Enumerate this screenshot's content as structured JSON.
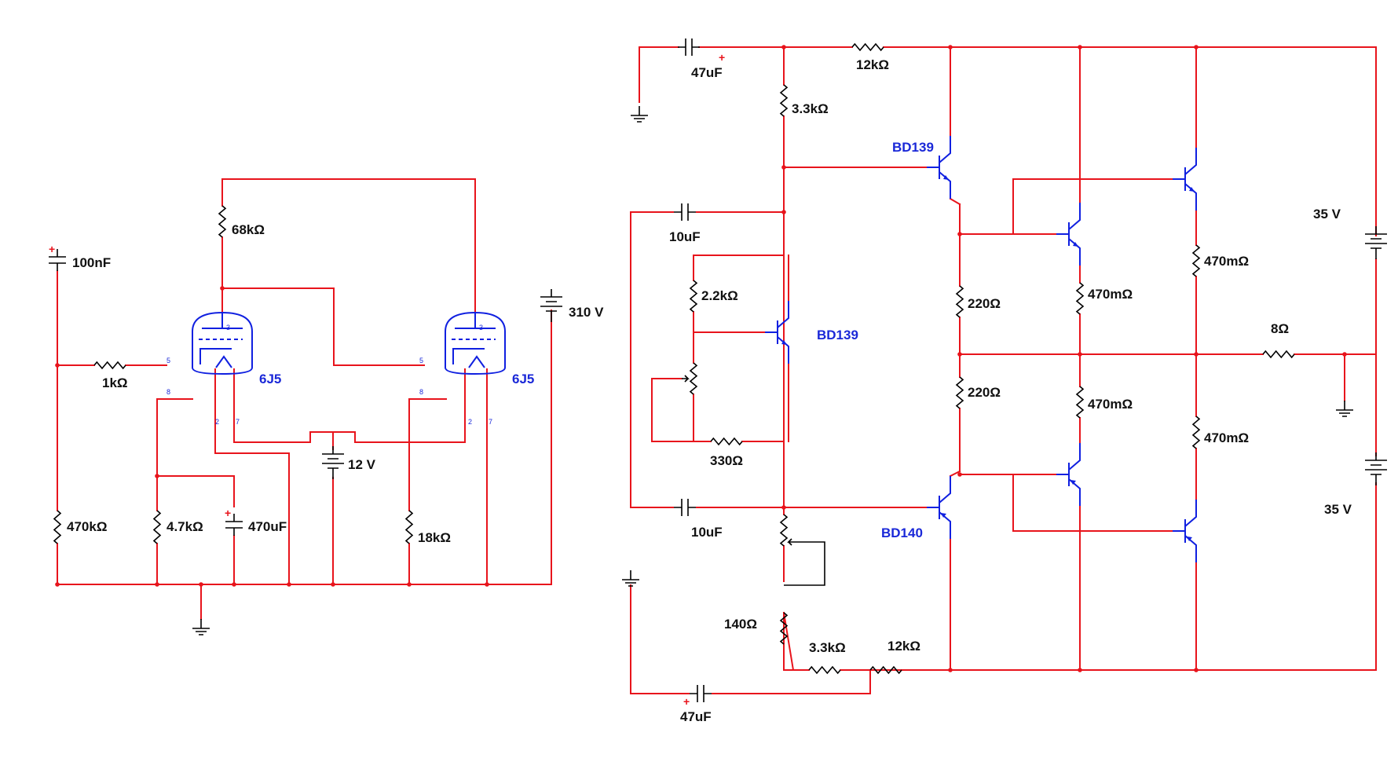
{
  "labels": {
    "c_100nF": "100nF",
    "r_1k": "1kΩ",
    "r_68k": "68kΩ",
    "tube1": "6J5",
    "tube2": "6J5",
    "r_470k": "470kΩ",
    "r_4_7k": "4.7kΩ",
    "c_470uF": "470uF",
    "v_12": "12 V",
    "r_18k": "18kΩ",
    "v_310": "310 V",
    "c_47uF_top": "47uF",
    "r_12k_top": "12kΩ",
    "r_3_3k_top": "3.3kΩ",
    "q_bd139_top": "BD139",
    "c_10uF_top": "10uF",
    "r_2_2k": "2.2kΩ",
    "q_bd139_mid": "BD139",
    "r_330": "330Ω",
    "r_220_a": "220Ω",
    "r_220_b": "220Ω",
    "r_470m_1": "470mΩ",
    "r_470m_2": "470mΩ",
    "r_470m_3": "470mΩ",
    "r_470m_4": "470mΩ",
    "v_35_top": "35 V",
    "v_35_bot": "35 V",
    "r_8": "8Ω",
    "c_10uF_bot": "10uF",
    "q_bd140": "BD140",
    "r_140": "140Ω",
    "r_3_3k_bot": "3.3kΩ",
    "r_12k_bot": "12kΩ",
    "c_47uF_bot": "47uF",
    "pin_3": "3",
    "pin_5": "5",
    "pin_8": "8",
    "pin_2": "2",
    "pin_7": "7",
    "plus": "+"
  },
  "colors": {
    "wire": "#e8141c",
    "device": "#1020e0",
    "component": "#000000"
  }
}
